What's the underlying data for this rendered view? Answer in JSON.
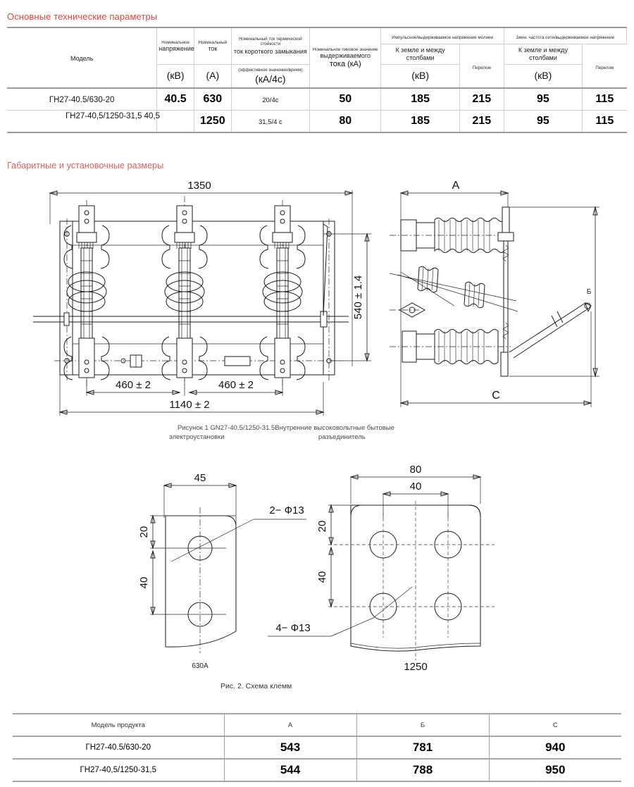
{
  "sections": {
    "specs_title": "Основные технические параметры",
    "dims_title": "Габаритные и установочные размеры"
  },
  "spec_table": {
    "headers": {
      "model": "Модель",
      "rated_voltage_top": "Номинальное",
      "rated_voltage_mid": "напряжение",
      "rated_voltage_unit": "(кВ)",
      "rated_current_top": "Номинальный",
      "rated_current_mid": "ток",
      "rated_current_unit": "(А)",
      "short_circuit_top": "Номинальный ток термической стойкости",
      "short_circuit_mid": "ток короткого замыкания",
      "short_circuit_sub": "(эффективное значение/время)",
      "short_circuit_unit": "(кА/4с)",
      "peak_top": "Номинальное пиковое значение",
      "peak_mid": "выдерживаемого",
      "peak_unit": "тока (кА)",
      "lightning_group": "Импульсное/выдерживаемое напряжение молнии",
      "power_freq_group": "1мин. частота сети/выдерживаемое напряжение",
      "to_earth": "К земле и между",
      "to_earth2": "столбами",
      "fracture": "Перелом",
      "kv_unit": "(кВ)"
    },
    "rows": [
      {
        "model": "ГН27-40.5/630-20",
        "voltage": "40.5",
        "current": "630",
        "short_circuit": "20/4с",
        "peak": "50",
        "lightning_earth": "185",
        "lightning_fracture": "215",
        "power_earth": "95",
        "power_fracture": "115"
      },
      {
        "model": "ГН27-40,5/1250-31,5 40,5",
        "voltage": "",
        "current": "1250",
        "short_circuit": "31,5/4 с",
        "peak": "80",
        "lightning_earth": "185",
        "lightning_fracture": "215",
        "power_earth": "95",
        "power_fracture": "115"
      }
    ]
  },
  "figure1": {
    "caption_line1": "Рисунок 1 GN27-40.5/1250-31.5Внутренние высоковольтные бытовые",
    "caption_line2": "электроустановки",
    "caption_line3": "разъединитель",
    "front_view": {
      "width_overall": "1350",
      "height_overall": "540 ± 1.4",
      "pitch_left": "460 ± 2",
      "pitch_right": "460 ± 2",
      "base_width": "1140 ± 2"
    },
    "side_view": {
      "dim_a": "А",
      "dim_b": "Б",
      "dim_c": "С"
    }
  },
  "figure2": {
    "caption": "Рис. 2. Схема клемм",
    "terminal_630": {
      "width": "45",
      "edge_to_hole": "20",
      "hole_spacing": "40",
      "hole_note": "2− Ф13",
      "label": "630А"
    },
    "terminal_1250": {
      "width": "80",
      "hole_pitch_h": "40",
      "edge_to_hole": "20",
      "hole_spacing": "40",
      "hole_note": "4− Ф13",
      "label": "1250"
    }
  },
  "dim_table": {
    "headers": [
      "Модель продукта",
      "А",
      "Б",
      "С"
    ],
    "rows": [
      {
        "model": "ГН27-40.5/630-20",
        "a": "543",
        "b": "781",
        "c": "940"
      },
      {
        "model": "ГН27-40,5/1250-31,5",
        "a": "544",
        "b": "788",
        "c": "950"
      }
    ]
  },
  "colors": {
    "accent": "#e8433c",
    "line": "#1d1d1d",
    "table_border": "#cfcfcf"
  }
}
